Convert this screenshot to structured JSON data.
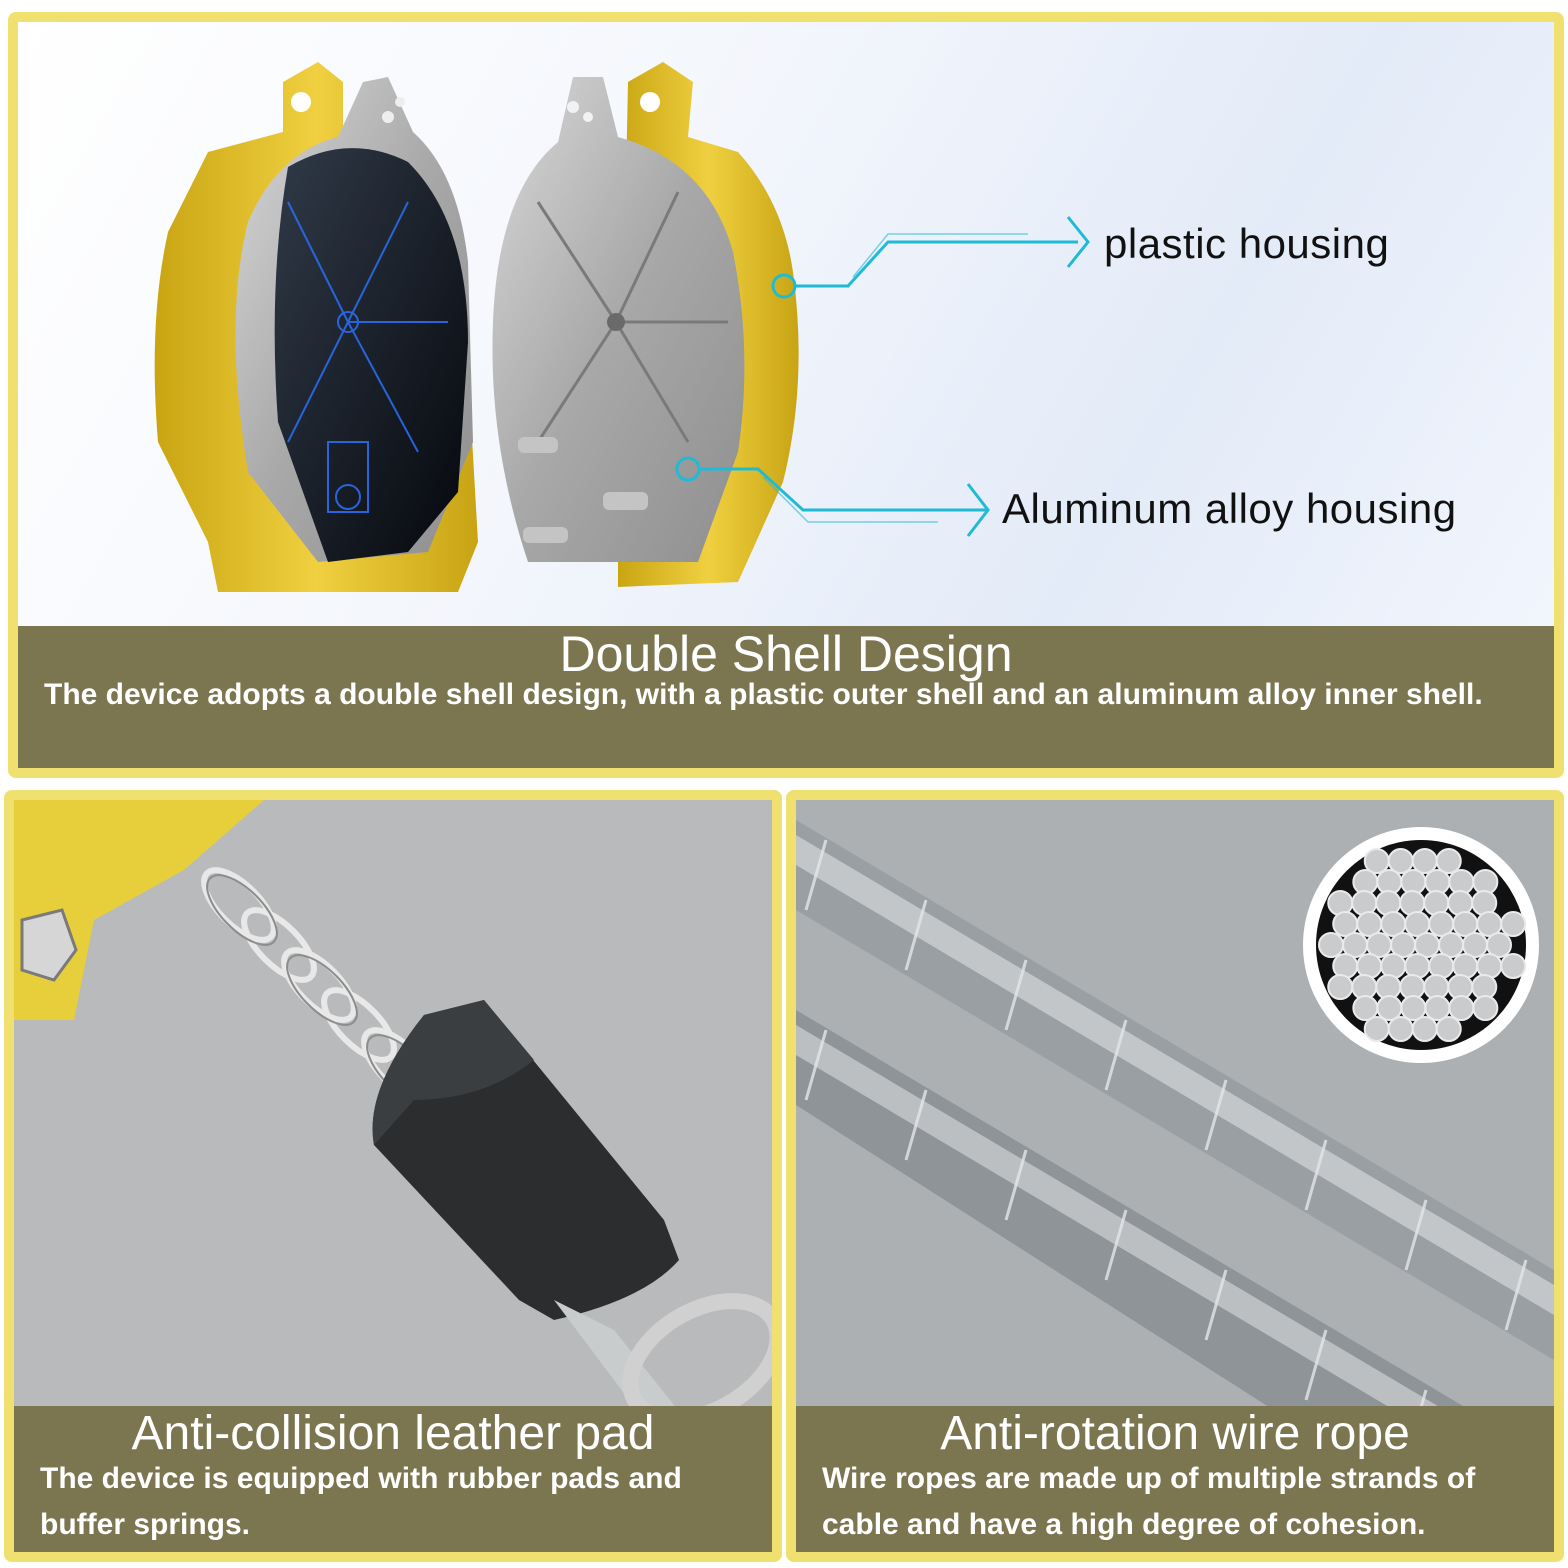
{
  "top_panel": {
    "callout_plastic": "plastic housing",
    "callout_aluminum": "Aluminum alloy housing",
    "title": "Double Shell Design",
    "body": "The device adopts a double shell design, with a plastic outer shell and an aluminum alloy inner shell."
  },
  "left_panel": {
    "title": "Anti-collision leather pad",
    "body": "The device is equipped with rubber pads and buffer springs."
  },
  "right_panel": {
    "title": "Anti-rotation wire rope",
    "body": "Wire ropes are made up of multiple strands of cable and have a high degree of cohesion."
  },
  "colors": {
    "border_yellow": "#f0e070",
    "caption_olive": "#7b7550",
    "housing_yellow": "#e6c62c",
    "accent_cyan": "#1fbad6"
  }
}
